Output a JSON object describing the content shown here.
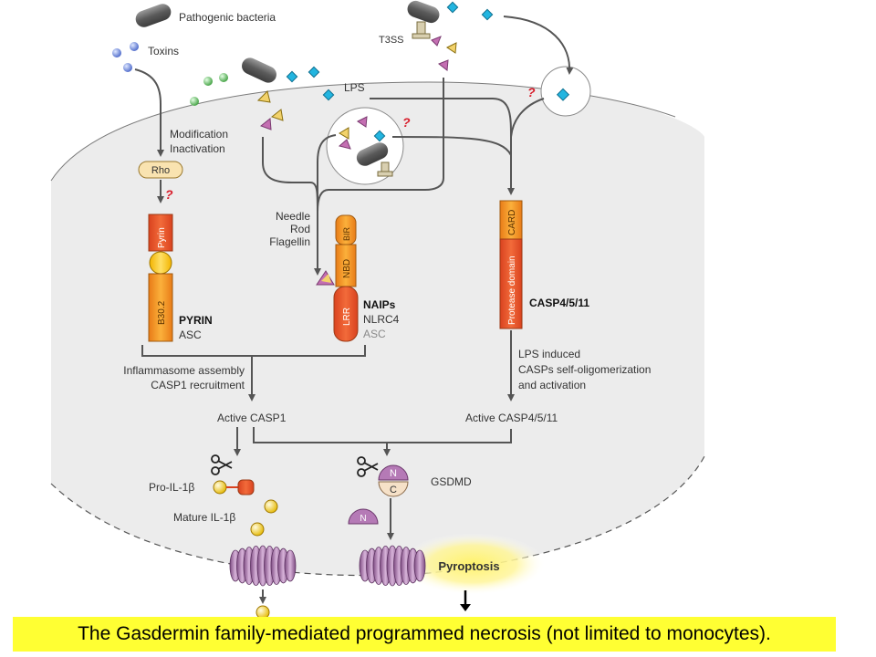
{
  "labels": {
    "pathogenic_bacteria": "Pathogenic bacteria",
    "toxins": "Toxins",
    "t3ss": "T3SS",
    "lps": "LPS",
    "modification": "Modification",
    "inactivation": "Inactivation",
    "rho": "Rho",
    "question_mark": "?",
    "needle": "Needle",
    "rod": "Rod",
    "flagellin": "Flagellin",
    "pyrin_domain": "Pyrin",
    "b302_domain": "B30.2",
    "bir_domain": "BIR",
    "nbd_domain": "NBD",
    "lrr_domain": "LRR",
    "card_domain": "CARD",
    "protease_domain": "Protease domain",
    "pyrin_complex": "PYRIN",
    "asc": "ASC",
    "naips": "NAIPs",
    "nlrc4": "NLRC4",
    "casp4511": "CASP4/5/11",
    "inflammasome_line1": "Inflammasome assembly",
    "inflammasome_line2": "CASP1 recruitment",
    "lps_induced_line1": "LPS induced",
    "lps_induced_line2": "CASPs self-oligomerization",
    "lps_induced_line3": "and activation",
    "active_casp1": "Active CASP1",
    "active_casp4511": "Active CASP4/5/11",
    "gsdmd": "GSDMD",
    "gsdmd_n": "N",
    "gsdmd_c": "C",
    "pro_il1b": "Pro-IL-1β",
    "mature_il1b": "Mature IL-1β",
    "pyroptosis": "Pyroptosis"
  },
  "caption": "The Gasdermin family-mediated programmed necrosis (not limited to monocytes).",
  "colors": {
    "cell_fill": "#ececec",
    "domain_orange": "#f39a1e",
    "domain_red": "#e4572a",
    "arrow_gray": "#555555",
    "question_red": "#d81e2c",
    "caption_bg": "#ffff33",
    "gsdmd_purple": "#a66aa6",
    "pyroptosis_glow": "#fff59a"
  }
}
